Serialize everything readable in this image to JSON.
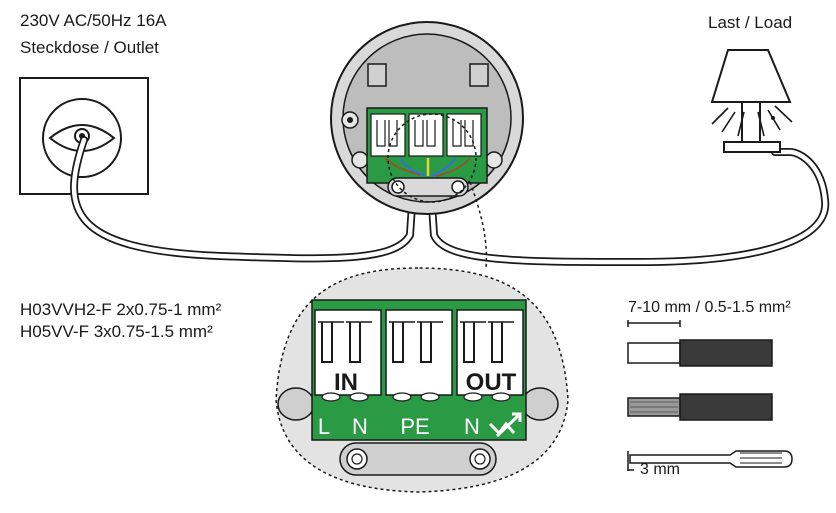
{
  "outlet": {
    "spec": "230V AC/50Hz 16A",
    "name": "Steckdose / Outlet"
  },
  "load": {
    "name": "Last / Load"
  },
  "cables": {
    "line1": "H03VVH2-F 2x0.75-1 mm²",
    "line2": "H05VV-F 3x0.75-1.5 mm²"
  },
  "strip": {
    "spec": "7-10 mm / 0.5-1.5 mm²",
    "screwdriver": "3 mm"
  },
  "terminal": {
    "in_label": "IN",
    "out_label": "OUT",
    "pins": [
      "L",
      "N",
      "PE",
      "N"
    ],
    "load_symbol": "load-arrow-icon"
  },
  "colors": {
    "board_green": "#2a9a44",
    "housing_gray": "#c8c8c8",
    "wire_blue": "#3a6fd8",
    "wire_yellow": "#e6d23a",
    "wire_brown": "#8a5a2a"
  }
}
